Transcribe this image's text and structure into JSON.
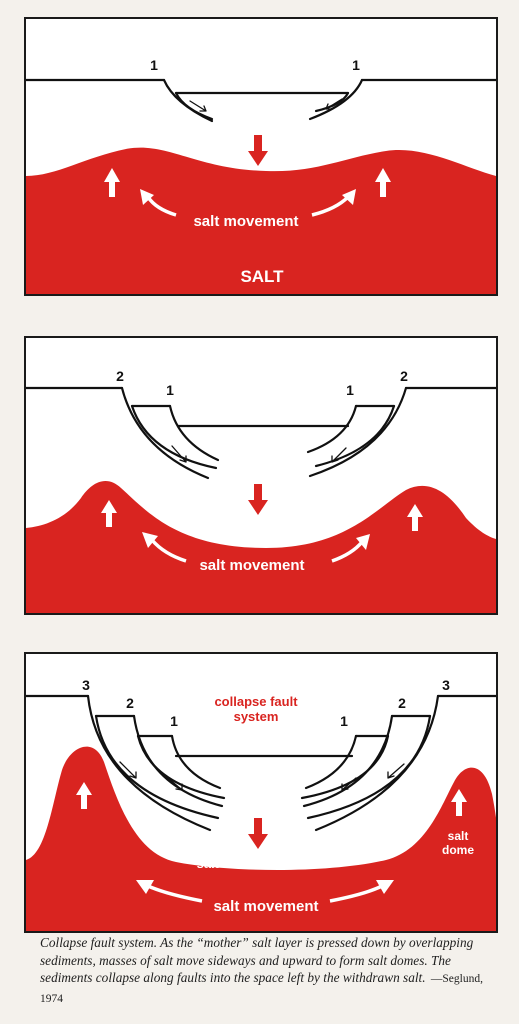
{
  "diagrams": [
    {
      "fault_labels": [
        "1",
        "1"
      ],
      "movement_label": "salt movement",
      "layer_label": "SALT"
    },
    {
      "fault_labels": [
        "2",
        "1",
        "1",
        "2"
      ],
      "movement_label": "salt movement"
    },
    {
      "fault_labels": [
        "3",
        "2",
        "1",
        "1",
        "2",
        "3"
      ],
      "title_line1": "collapse fault",
      "title_line2": "system",
      "basin_label": "salt withdrawal basin",
      "dome_label_line1": "salt",
      "dome_label_line2": "dome",
      "movement_label": "salt movement"
    }
  ],
  "caption": {
    "text": "Collapse fault system. As the “mother” salt layer is pressed down by overlapping sediments, masses of salt move sideways and upward to form salt domes. The sediments collapse along faults into the space left by the withdrawn salt.",
    "credit": "—Seglund, 1974"
  },
  "colors": {
    "salt": "#d92420",
    "line": "#111111",
    "background": "#ffffff"
  }
}
